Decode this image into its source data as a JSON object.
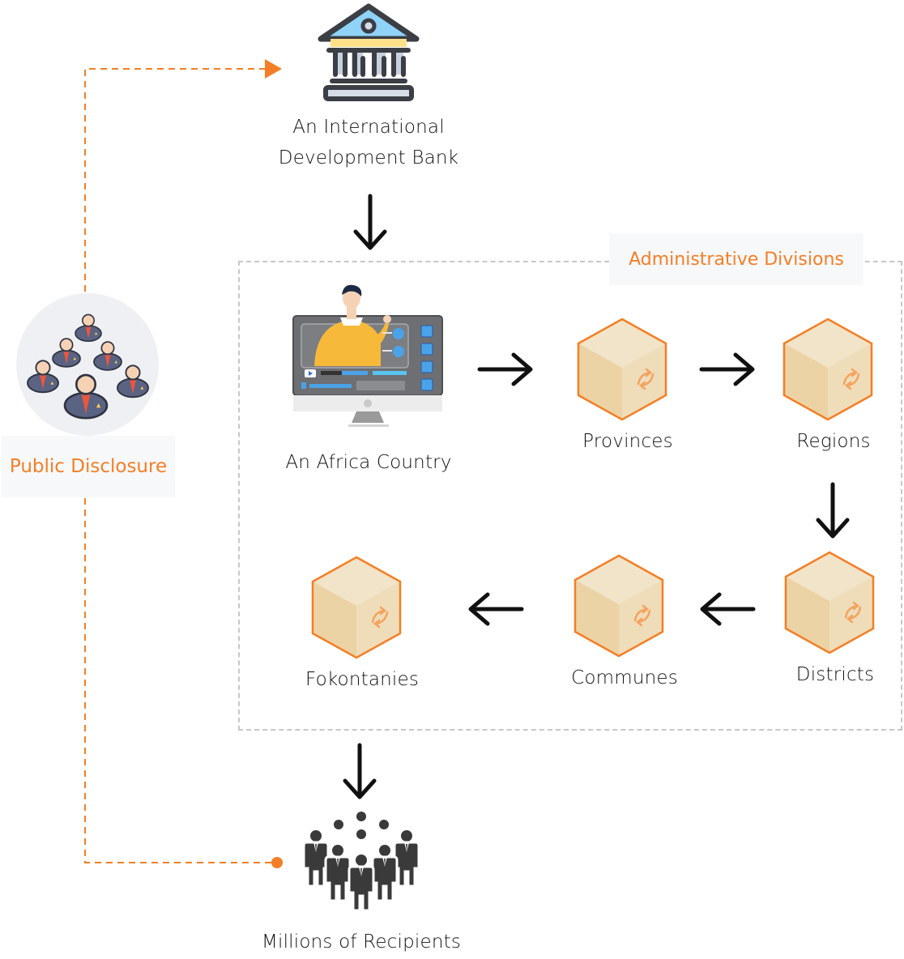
{
  "diagram": {
    "bank": {
      "label_line1": "An International",
      "label_line2": "Development Bank",
      "icon": "bank-building-icon"
    },
    "public_disclosure": {
      "label": "Public Disclosure",
      "icon": "officials-group-icon"
    },
    "admin_group": {
      "title": "Administrative Divisions"
    },
    "country": {
      "label": "An Africa Country",
      "icon": "computer-presenter-icon"
    },
    "nodes": [
      {
        "id": "provinces",
        "label": "Provinces",
        "icon": "cube-icon"
      },
      {
        "id": "regions",
        "label": "Regions",
        "icon": "cube-icon"
      },
      {
        "id": "districts",
        "label": "Districts",
        "icon": "cube-icon"
      },
      {
        "id": "communes",
        "label": "Communes",
        "icon": "cube-icon"
      },
      {
        "id": "fokontanies",
        "label": "Fokontanies",
        "icon": "cube-icon"
      }
    ],
    "recipients": {
      "label": "Millions of Recipients",
      "icon": "crowd-icon"
    },
    "edges": [
      {
        "from": "bank",
        "to": "country",
        "style": "solid-arrow"
      },
      {
        "from": "country",
        "to": "provinces",
        "style": "solid-arrow"
      },
      {
        "from": "provinces",
        "to": "regions",
        "style": "solid-arrow"
      },
      {
        "from": "regions",
        "to": "districts",
        "style": "solid-arrow"
      },
      {
        "from": "districts",
        "to": "communes",
        "style": "solid-arrow"
      },
      {
        "from": "communes",
        "to": "fokontanies",
        "style": "solid-arrow"
      },
      {
        "from": "admin_group",
        "to": "recipients",
        "style": "solid-arrow"
      },
      {
        "from": "public_disclosure",
        "to": "bank",
        "style": "dashed-arrow"
      },
      {
        "from": "public_disclosure",
        "to": "recipients",
        "style": "dashed-dot"
      }
    ],
    "colors": {
      "accent": "#f47e25",
      "cube_stroke": "#f47e25",
      "cube_face": "#f0dfbd",
      "dark": "#3b3e45",
      "box_border": "#c7c7c7",
      "label_bg": "#f7f8fa"
    }
  }
}
